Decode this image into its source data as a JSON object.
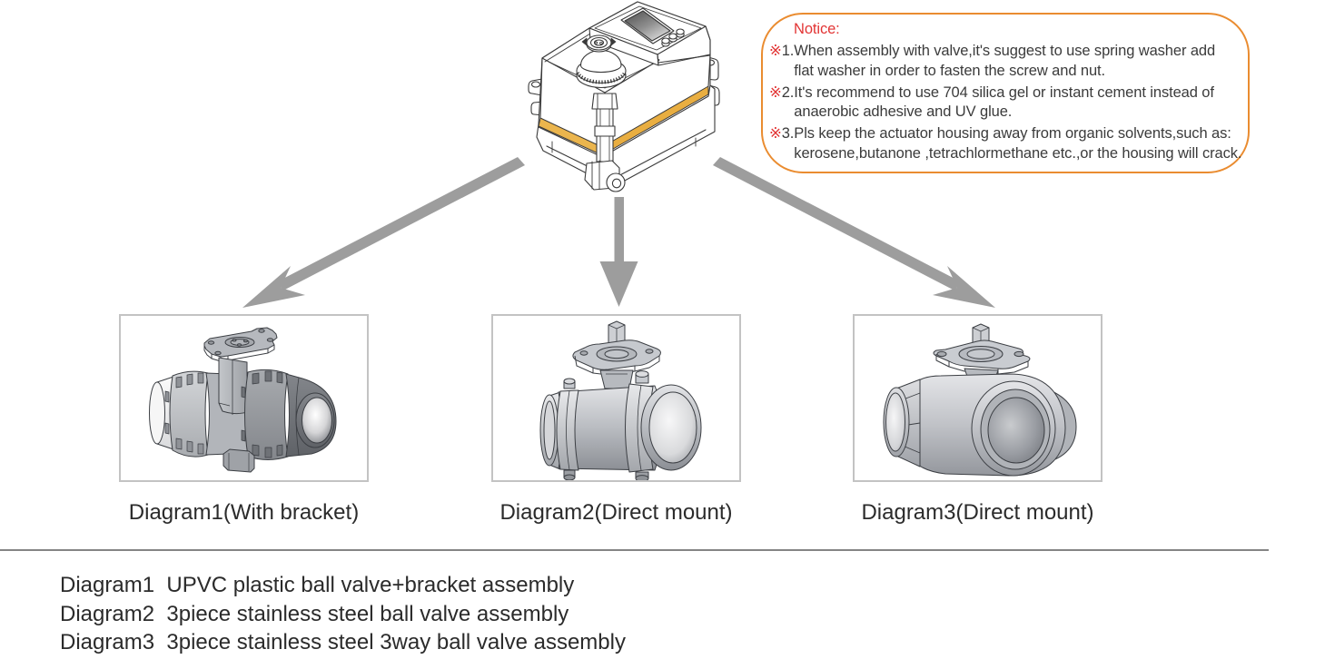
{
  "notice": {
    "title": "Notice:",
    "items": [
      {
        "mark": "※",
        "num": "1.",
        "lines": [
          "When assembly with valve,it's suggest to use spring washer add",
          "flat washer in order to fasten the screw and nut."
        ]
      },
      {
        "mark": "※",
        "num": "2.",
        "lines": [
          "It's recommend to use 704 silica gel or instant cement instead of",
          "anaerobic adhesive and UV glue."
        ]
      },
      {
        "mark": "※",
        "num": "3.",
        "lines": [
          "Pls keep the actuator housing away from organic solvents,such as:",
          "kerosene,butanone ,tetrachlormethane etc.,or the housing will crack."
        ]
      }
    ],
    "border_color": "#ea8c30",
    "title_color": "#e23434"
  },
  "diagrams": [
    {
      "label": "Diagram1(With bracket)"
    },
    {
      "label": "Diagram2(Direct mount)"
    },
    {
      "label": "Diagram3(Direct mount)"
    }
  ],
  "legend": [
    {
      "name": "Diagram1",
      "desc": "UPVC plastic ball valve+bracket assembly"
    },
    {
      "name": "Diagram2",
      "desc": "3piece stainless steel ball valve assembly"
    },
    {
      "name": "Diagram3",
      "desc": "3piece stainless steel 3way ball valve assembly"
    }
  ],
  "colors": {
    "arrow": "#9d9d9d",
    "actuator_band": "#ebb54d",
    "box_border": "#c3c3c3",
    "outline": "#3a3a3a"
  }
}
